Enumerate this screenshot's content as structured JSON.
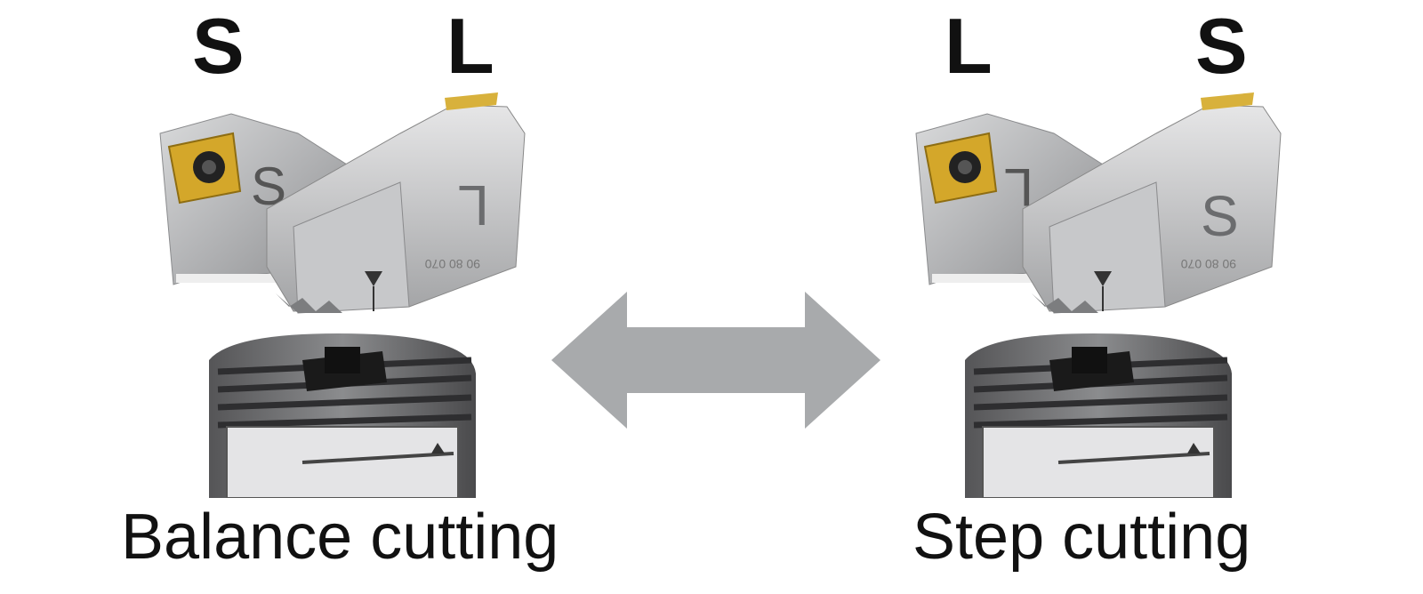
{
  "left": {
    "label_left": "S",
    "label_right": "L",
    "engraving_front": "L",
    "engraving_back": "S",
    "caption": "Balance cutting"
  },
  "right": {
    "label_left": "L",
    "label_right": "S",
    "engraving_front": "S",
    "engraving_back": "L",
    "caption": "Step cutting"
  },
  "scale_text": "90 80 070",
  "colors": {
    "arrow": "#a8aaac",
    "insert": "#d6aa2a",
    "body_metal": "#b9babc",
    "head_dark": "#4a4a4c"
  }
}
